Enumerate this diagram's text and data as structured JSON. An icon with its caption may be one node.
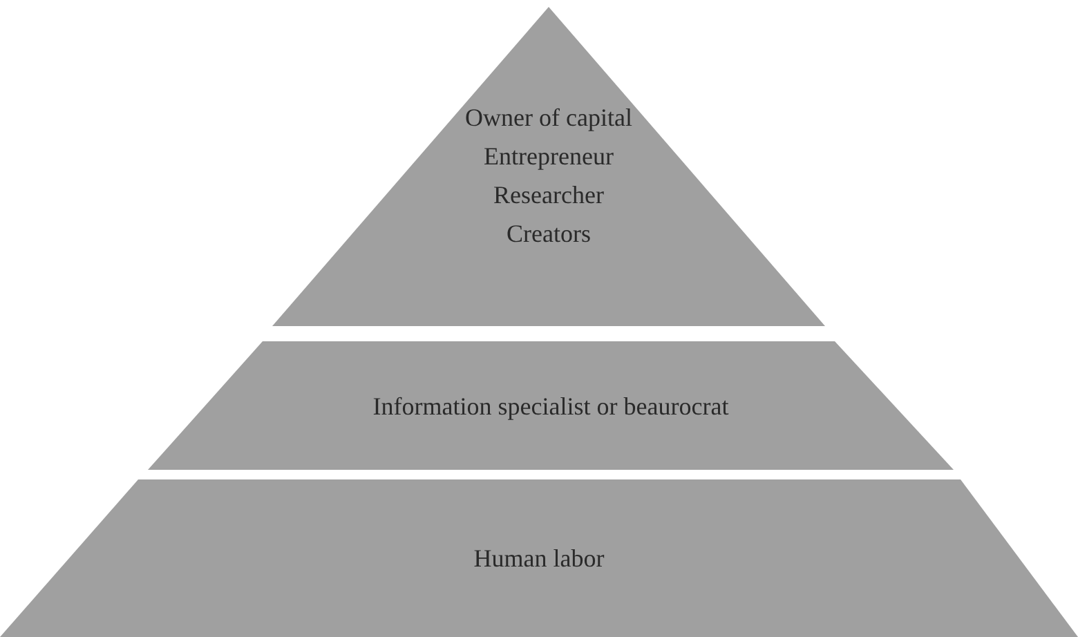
{
  "diagram": {
    "nodes": [
      {
        "text": [
          "Owner of capital",
          "Entrepreneur",
          "Researcher",
          "Creators"
        ]
      },
      {
        "text": [
          "Information specialist or beaurocrat"
        ]
      },
      {
        "text": [
          "Human labor"
        ]
      }
    ]
  }
}
